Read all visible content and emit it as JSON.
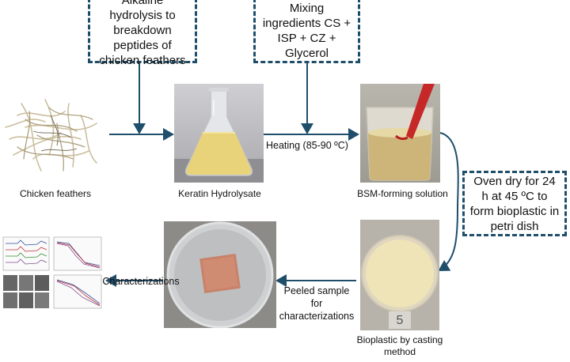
{
  "boxes": {
    "hydrolysis": "Alkaline hydrolysis to breakdown peptides of chicken feathers",
    "mixing": "Mixing ingredients CS + ISP + CZ + Glycerol",
    "oven": "Oven dry for 24 h at 45 ºC to form bioplastic in petri dish"
  },
  "steps": {
    "feathers": "Chicken feathers",
    "keratin": "Keratin Hydrolysate",
    "bsm": "BSM-forming solution",
    "casting": "Bioplastic by casting method",
    "peeled": "Peeled sample for characterizations",
    "characterizations": "Characterizations"
  },
  "edge_labels": {
    "heating": "Heating (85-90 ºC)"
  },
  "photo_text": {
    "casting_badge": "5"
  },
  "colors": {
    "arrow": "#1f4e6b",
    "box_border": "#1f4e6b",
    "keratin_liquid": "#e8d27a",
    "bioplastic": "#efe3b8",
    "peeled_sample": "#c9826a"
  }
}
